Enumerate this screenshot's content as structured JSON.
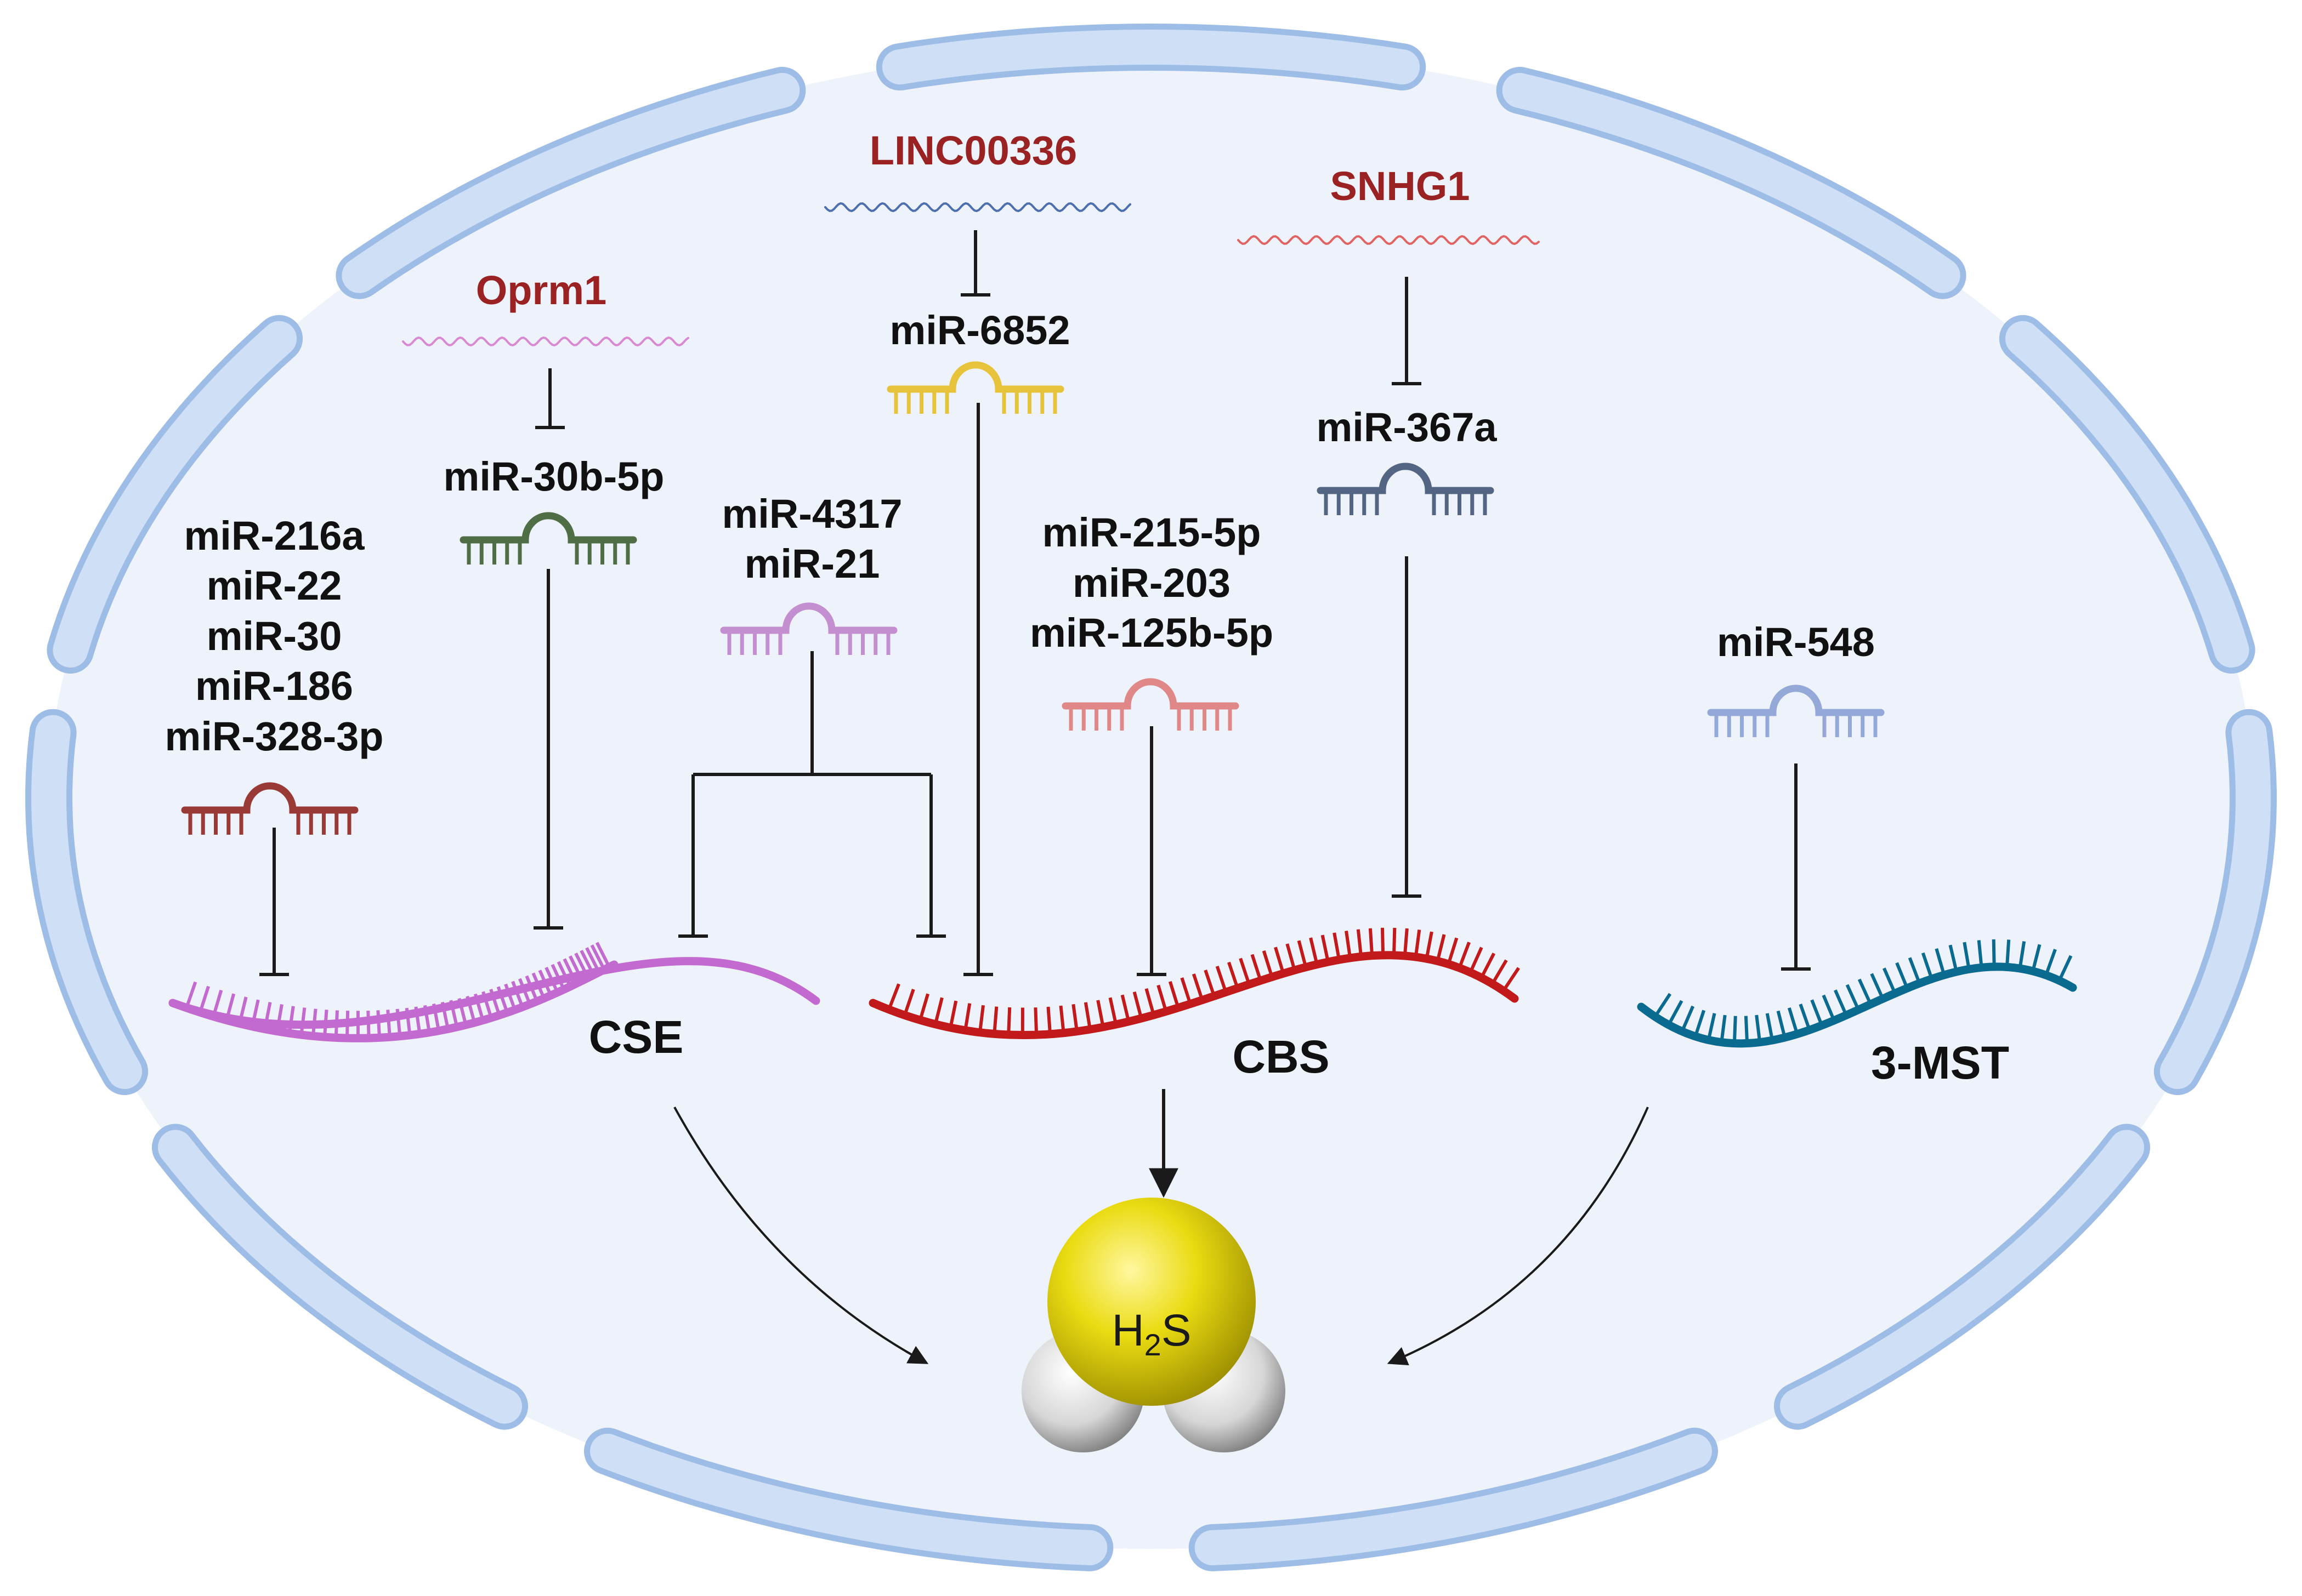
{
  "colors": {
    "cell_fill": "#eef3fb",
    "membrane_fill": "#cfe0f6",
    "membrane_stroke": "#9dbce6",
    "lncrna_text": "#9a2222",
    "cse": "#c26ad0",
    "cbs": "#c21a1a",
    "mst": "#0b6a90",
    "h2s_sphere": "#e6d60a",
    "hydrogen": "#d9d9d9"
  },
  "lncrnas": {
    "oprm1": {
      "label": "Oprm1",
      "wave_color": "#d889d1"
    },
    "linc00336": {
      "label": "LINC00336",
      "wave_color": "#4d6fae"
    },
    "snhg1": {
      "label": "SNHG1",
      "wave_color": "#e06464"
    }
  },
  "mirna_groups": {
    "cse_group": {
      "lines": [
        "miR-216a",
        "miR-22",
        "miR-30",
        "miR-186",
        "miR-328-3p"
      ],
      "icon_color": "#9a3a36"
    },
    "mir30b": {
      "lines": [
        "miR-30b-5p"
      ],
      "icon_color": "#4f6e45"
    },
    "mir4317": {
      "lines": [
        "miR-4317",
        "miR-21"
      ],
      "icon_color": "#c48fd0"
    },
    "mir6852": {
      "lines": [
        "miR-6852"
      ],
      "icon_color": "#e6c33a"
    },
    "cbs_group": {
      "lines": [
        "miR-215-5p",
        "miR-203",
        "miR-125b-5p"
      ],
      "icon_color": "#e08888"
    },
    "mir367a": {
      "lines": [
        "miR-367a"
      ],
      "icon_color": "#546584"
    },
    "mir548": {
      "lines": [
        "miR-548"
      ],
      "icon_color": "#95a9d8"
    }
  },
  "genes": {
    "cse": {
      "label": "CSE"
    },
    "cbs": {
      "label": "CBS"
    },
    "mst": {
      "label": "3-MST"
    }
  },
  "product": {
    "main": "H",
    "subscript": "2",
    "tail": "S"
  }
}
